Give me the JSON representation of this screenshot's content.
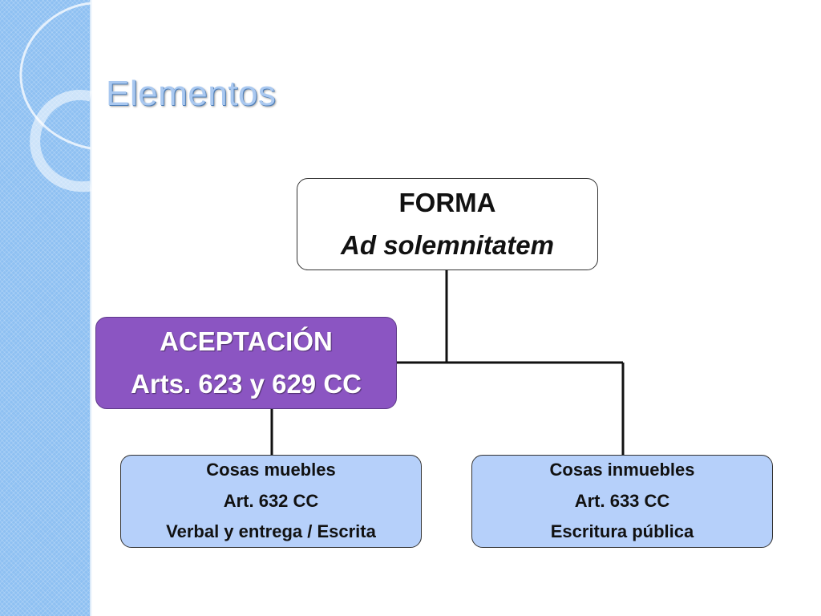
{
  "slide": {
    "title": "Elementos"
  },
  "diagram": {
    "forma": {
      "line1": "FORMA",
      "line2": "Ad solemnitatem"
    },
    "aceptacion": {
      "line1": "ACEPTACIÓN",
      "line2": "Arts. 623 y 629 CC"
    },
    "muebles": {
      "line1": "Cosas muebles",
      "line2": "Art. 632 CC",
      "line3": "Verbal y entrega / Escrita"
    },
    "inmuebles": {
      "line1": "Cosas inmuebles",
      "line2": "Art. 633 CC",
      "line3": "Escritura pública"
    }
  },
  "colors": {
    "band": "#8ec0f2",
    "title": "#a9c8f0",
    "aceptacion_fill": "#8b55c2",
    "leaf_fill": "#b6d0fa"
  }
}
